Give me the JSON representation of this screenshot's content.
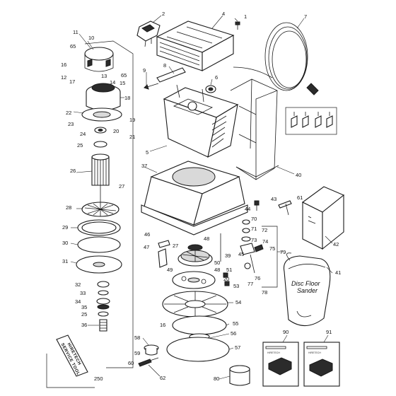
{
  "diagram": {
    "part_numbers": [
      "1",
      "2",
      "4",
      "5",
      "6",
      "7",
      "8",
      "9",
      "10",
      "11",
      "12",
      "13",
      "14",
      "15",
      "16",
      "17",
      "18",
      "19",
      "20",
      "21",
      "22",
      "23",
      "24",
      "25",
      "26",
      "27",
      "28",
      "29",
      "30",
      "31",
      "32",
      "33",
      "34",
      "35",
      "36",
      "37",
      "39",
      "40",
      "41",
      "42",
      "43",
      "44",
      "45",
      "46",
      "47",
      "48",
      "49",
      "50",
      "51",
      "53",
      "54",
      "55",
      "56",
      "57",
      "58",
      "59",
      "60",
      "61",
      "62",
      "65",
      "70",
      "71",
      "72",
      "73",
      "74",
      "75",
      "76",
      "77",
      "78",
      "79",
      "80",
      "90",
      "91",
      "250"
    ],
    "labels": {
      "l1": "1",
      "l2": "2",
      "l4": "4",
      "l5": "5",
      "l6": "6",
      "l7": "7",
      "l8": "8",
      "l9": "9",
      "l10": "10",
      "l11": "11",
      "l65a": "65",
      "l16a": "16",
      "l12": "12",
      "l13": "13",
      "l14": "14",
      "l15": "15",
      "l65b": "65",
      "l17": "17",
      "l18": "18",
      "l22": "22",
      "l19": "19",
      "l23": "23",
      "l24": "24",
      "l20a": "20",
      "l21": "21",
      "l25a": "25",
      "l26": "26",
      "l27a": "27",
      "l37": "37",
      "l40": "40",
      "l43": "43",
      "l61": "61",
      "l44": "44",
      "l28": "28",
      "l29": "29",
      "l30": "30",
      "l31": "31",
      "l32": "32",
      "l33": "33",
      "l34": "34",
      "l35": "35",
      "l25b": "25",
      "l36": "36",
      "l46": "46",
      "l48a": "48",
      "l47": "47",
      "l27b": "27",
      "l49": "49",
      "l39": "39",
      "l50": "50",
      "l48b": "48",
      "l51": "51",
      "l20b": "20",
      "l53": "53",
      "l70": "70",
      "l71": "71",
      "l72": "72",
      "l73": "73",
      "l74": "74",
      "l75": "75",
      "l79": "79",
      "l45": "45",
      "l76": "76",
      "l77": "77",
      "l78": "78",
      "l42": "42",
      "l41": "41",
      "l54": "54",
      "l16b": "16",
      "l55": "55",
      "l56": "56",
      "l57": "57",
      "l58": "58",
      "l59": "59",
      "l60": "60",
      "l62": "62",
      "l250": "250",
      "l80": "80",
      "l90": "90",
      "l91": "91"
    },
    "bag_label": "Disc Floor\nSander",
    "bag_label_line1": "Disc Floor",
    "bag_label_line2": "Sander",
    "service_tool_line1": "HIRETECH",
    "service_tool_line2": "SERVICE TOOL"
  },
  "colors": {
    "ink": "#1a1a1a",
    "paper": "#ffffff",
    "dark_part": "#2b2b2b",
    "shade": "#d9d9d9"
  }
}
